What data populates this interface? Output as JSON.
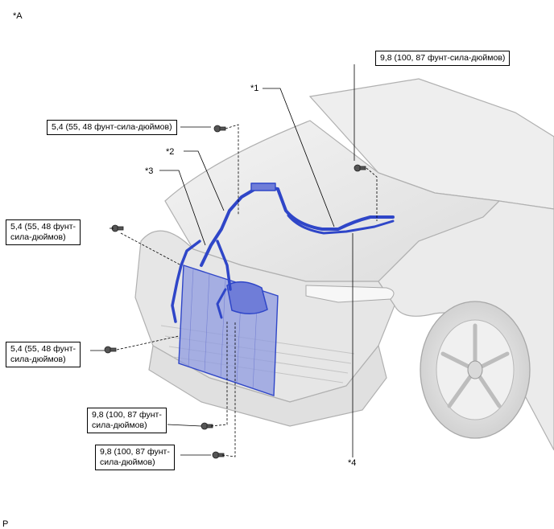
{
  "view_label": "*A",
  "corner_code": "P",
  "callouts": {
    "c1": "*1",
    "c2": "*2",
    "c3": "*3",
    "c4": "*4"
  },
  "torque_labels": {
    "top_right": [
      "9,8 (100, 87 фунт-сила-дюймов)"
    ],
    "upper_left": [
      "5,4 (55, 48 фунт-сила-дюймов)"
    ],
    "left_mid": [
      "5,4 (55, 48 фунт-",
      "сила-дюймов)"
    ],
    "left_low": [
      "5,4 (55, 48 фунт-",
      "сила-дюймов)"
    ],
    "bottom_a": [
      "9,8 (100, 87 фунт-",
      "сила-дюймов)"
    ],
    "bottom_b": [
      "9,8 (100, 87 фунт-",
      "сила-дюймов)"
    ]
  },
  "colors": {
    "line": "#000000",
    "car_outline": "#b5b5b5",
    "car_fill": "#ececec",
    "part_highlight": "#2f46c8",
    "part_fill": "#8f9be0"
  }
}
